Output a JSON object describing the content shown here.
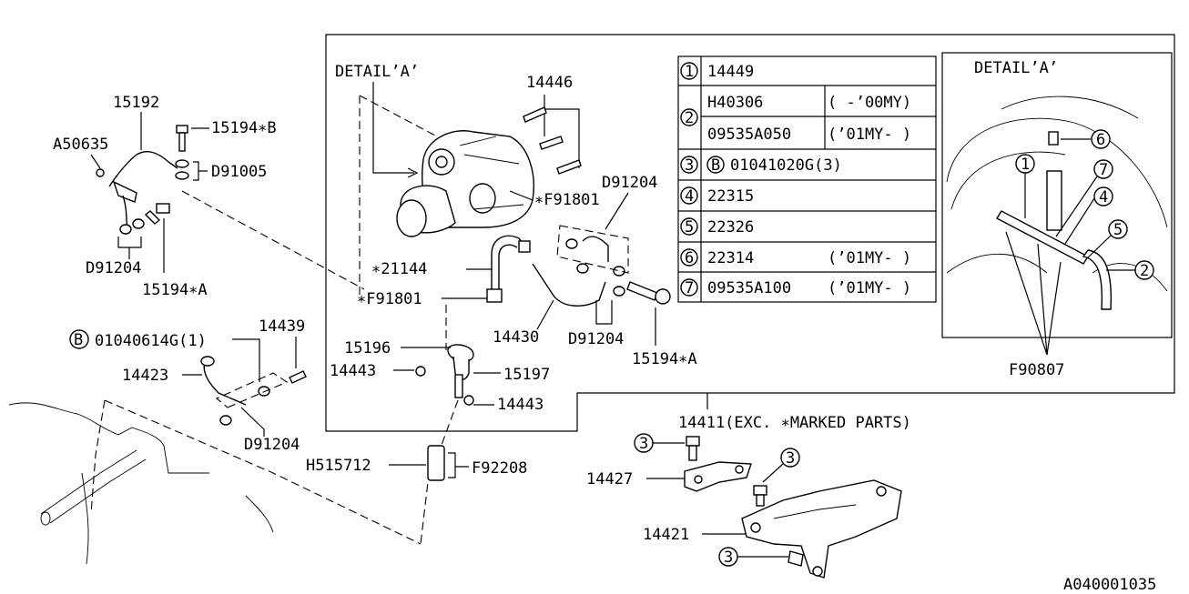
{
  "diagram_id": "A040001035",
  "labels": {
    "p15192": "15192",
    "p15194b": "15194∗B",
    "a50635": "A50635",
    "d91005": "D91005",
    "d91204_left": "D91204",
    "p15194a_left": "15194∗A",
    "detail_a_main": "DETAIL’A’",
    "p14446": "14446",
    "d91204_top": "D91204",
    "f91801_top": "∗F91801",
    "p21144": "∗21144",
    "f91801_bottom": "∗F91801",
    "p14430": "14430",
    "d91204_mid": "D91204",
    "p15194a_right": "15194∗A",
    "p15196": "15196",
    "p14443_left": "14443",
    "p15197": "15197",
    "p14443_right": "14443",
    "b01040614g": "01040614G(1)",
    "p14439": "14439",
    "p14423": "14423",
    "d91204_low": "D91204",
    "h515712": "H515712",
    "f92208": "F92208",
    "p14411": "14411(EXC. ∗MARKED PARTS)",
    "p14427": "14427",
    "p14421": "14421",
    "detail_a_inset": "DETAIL’A’",
    "f90807": "F90807",
    "circle_b": "B",
    "ref3a": "3",
    "ref3b": "3",
    "ref3c": "3"
  },
  "table": {
    "rows": [
      {
        "num": "1",
        "part": "14449",
        "note": ""
      },
      {
        "num": "2",
        "part": "H40306",
        "note": "( -’00MY)"
      },
      {
        "num": "",
        "part": "09535A050",
        "note": "(’01MY- )"
      },
      {
        "num": "3",
        "part": "01041020G(3)",
        "note": "",
        "prefix": "B"
      },
      {
        "num": "4",
        "part": "22315",
        "note": ""
      },
      {
        "num": "5",
        "part": "22326",
        "note": ""
      },
      {
        "num": "6",
        "part": "22314",
        "note": "(’01MY- )"
      },
      {
        "num": "7",
        "part": "09535A100",
        "note": "(’01MY- )"
      }
    ]
  },
  "inset_refs": [
    "6",
    "1",
    "7",
    "4",
    "5",
    "2"
  ]
}
